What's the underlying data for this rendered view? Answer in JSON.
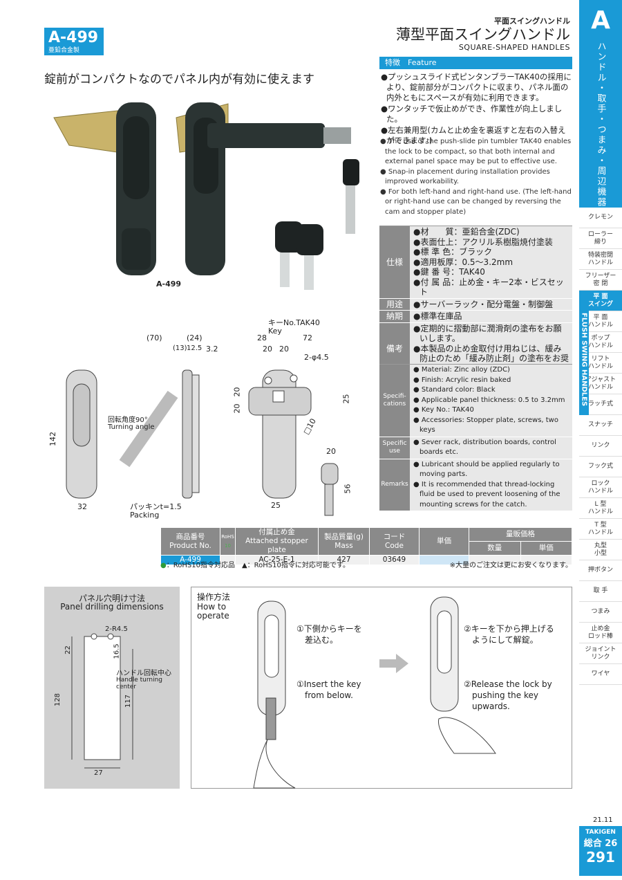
{
  "header": {
    "code": "A-499",
    "material": "亜鉛合金製",
    "category": "平面スイングハンドル",
    "title": "薄型平面スイングハンドル",
    "subtitle": "SQUARE-SHAPED HANDLES",
    "headline": "錠前がコンパクトなのでパネル内が有効に使えます"
  },
  "side": {
    "letter": "A",
    "category": "ハンドル・取手・つまみ・周辺機器",
    "vertical": "FLUSH SWING HANDLES",
    "items": [
      "クレモン",
      "ローラー\n締り",
      "特装密閉\nハンドル",
      "フリーザー\n密 閉",
      "平 面\nスイング",
      "平 面\nハンドル",
      "ポップ\nハンドル",
      "リフト\nハンドル",
      "アジャスト\nハンドル",
      "ラッチ式",
      "スナッチ",
      "リンク",
      "フック式",
      "ロック\nハンドル",
      "L 型\nハンドル",
      "T 型\nハンドル",
      "丸型\n小型",
      "押ボタン",
      "取 手",
      "つまみ",
      "止め金\nロッド棒",
      "ジョイント\nリンク",
      "ワイヤ"
    ]
  },
  "feature": {
    "heading": "特徴　Feature",
    "jp": [
      "●プッシュスライド式ピンタンブラーTAK40の採用により、錠前部分がコンパクトに収まり、パネル面の内外ともにスペースが有効に利用できます。",
      "●ワンタッチで仮止めができ、作業性が向上しました。",
      "●左右兼用型(カムと止め金を裏返すと左右の入替えができます。)"
    ],
    "en": [
      "● The use of the push-slide pin tumbler TAK40 enables the lock to be compact, so that both internal and external panel space may be put to effective use.",
      "● Snap-in placement during installation provides improved workability.",
      "● For both left-hand and right-hand use. (The left-hand or right-hand use can be changed by reversing the cam and stopper plate)"
    ]
  },
  "spec_jp": {
    "spec_label": "仕様",
    "spec": [
      "●材　　質：亜鉛合金(ZDC)",
      "●表面仕上：アクリル系樹脂焼付塗装",
      "●標 準 色：ブラック",
      "●適用板厚：0.5〜3.2mm",
      "●鍵 番 号：TAK40",
      "●付 属 品：止め金・キー2本・ビスセット"
    ],
    "use_label": "用途",
    "use": "●サーバーラック・配分電盤・制御盤",
    "delivery_label": "納期",
    "delivery": "●標準在庫品",
    "remarks_label": "備考",
    "remarks": [
      "●定期的に摺動部に潤滑剤の塗布をお願いします。",
      "●本製品の止め金取付け用ねじは、緩み防止のため「緩み防止剤」の塗布をお奨めします。"
    ]
  },
  "spec_en": {
    "spec_label": "Specifi-\ncations",
    "spec": [
      "● Material: Zinc alloy (ZDC)",
      "● Finish: Acrylic resin baked",
      "● Standard color: Black",
      "● Applicable panel thickness: 0.5 to 3.2mm",
      "● Key No.: TAK40",
      "● Accessories: Stopper plate, screws, two keys"
    ],
    "use_label": "Specific use",
    "use": "● Sever rack, distribution boards, control boards etc.",
    "remarks_label": "Remarks",
    "remarks": [
      "● Lubricant should be applied regularly to moving parts.",
      "● It is recommended that thread-locking fluid be used to prevent loosening of the mounting screws for the catch."
    ]
  },
  "figure": {
    "product_label": "A-499",
    "key_label": "キーNo.TAK40",
    "key_label_en": "Key",
    "turning_jp": "回転角度90°",
    "turning_en": "Turning angle",
    "packing_jp": "パッキンt=1.5",
    "packing_en": "Packing",
    "hole": "2-φ4.5",
    "dims": {
      "d70": "(70)",
      "d24": "(24)",
      "d13": "(13)",
      "d125": "12.5",
      "d32a": "3.2",
      "d142": "142",
      "d32": "32",
      "d28": "28",
      "d72": "72",
      "d20a": "20",
      "d20b": "20",
      "d20c": "20",
      "d20d": "20",
      "d25": "25",
      "d10": "□10",
      "d25b": "25",
      "d20e": "20",
      "d56": "56"
    }
  },
  "table": {
    "h_product_jp": "商品番号",
    "h_product_en": "Product No.",
    "h_rohs": "RoHS",
    "h_rohs2": "10",
    "h_stopper_jp": "付属止め金",
    "h_stopper_en": "Attached stopper plate",
    "h_mass_jp": "製品質量(g)",
    "h_mass_en": "Mass",
    "h_code_jp": "コード",
    "h_code_en": "Code",
    "h_price": "単価",
    "h_volume": "量販価格",
    "h_qty": "数量",
    "h_unit": "単価",
    "rows": [
      {
        "product": "A-499",
        "rohs": "",
        "stopper": "AC-25-E-1",
        "mass": "427",
        "code": "03649",
        "price": "",
        "qty": "",
        "unit": ""
      }
    ],
    "note_left_mark": "●",
    "note_left": "：RoHS10指令対応品　▲：RoHS10指令に対応可能です。",
    "note_right": "※大量のご注文は更にお安くなります。"
  },
  "drill": {
    "title_jp": "パネル穴明け寸法",
    "title_en": "Panel drilling dimensions",
    "r": "2-R4.5",
    "d22": "22",
    "d165": "16.5",
    "center_jp": "ハンドル回転中心",
    "center_en": "Handle turning center",
    "d128": "128",
    "d117": "117",
    "d27": "27"
  },
  "operation": {
    "title_jp": "操作方法",
    "title_en1": "How to",
    "title_en2": "operate",
    "step1_jp": "①下側からキーを\n　差込む。",
    "step1_en": "①Insert the key\n　from below.",
    "step2_jp": "②キーを下から押上げる\n　ようにして解錠。",
    "step2_en": "②Release the lock by\n　pushing the key\n　upwards."
  },
  "footer": {
    "date": "21.11",
    "brand": "TAKIGEN",
    "volume": "総合 26",
    "page": "291"
  }
}
